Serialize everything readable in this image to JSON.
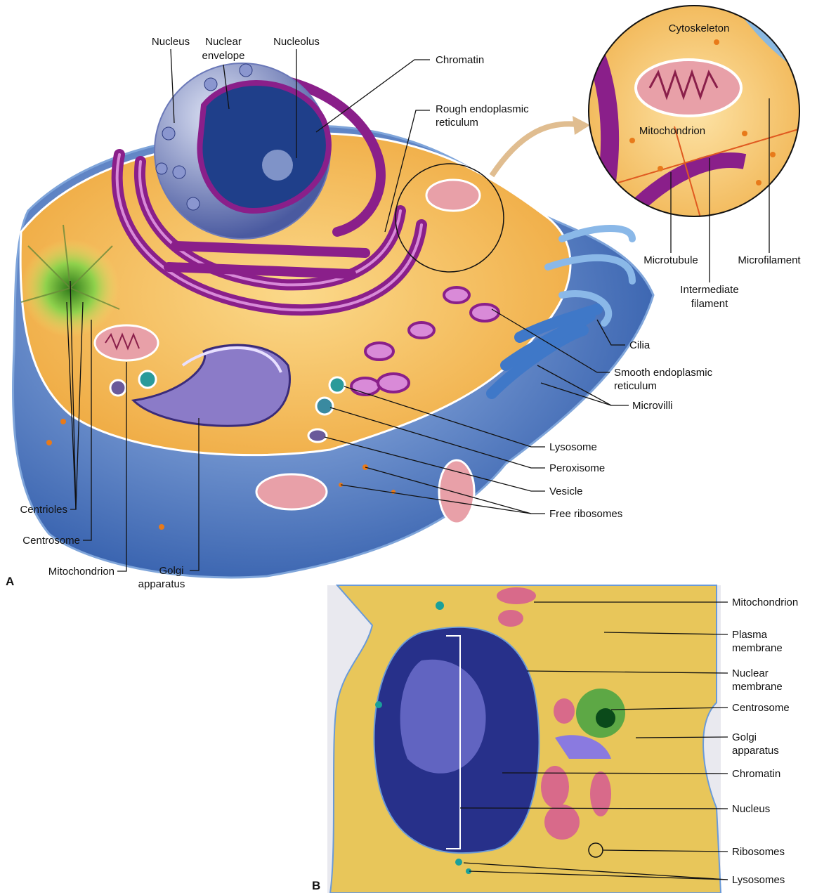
{
  "panel_a": {
    "letter": "A",
    "labels": {
      "nucleus": "Nucleus",
      "nuclear_envelope_1": "Nuclear",
      "nuclear_envelope_2": "envelope",
      "nucleolus": "Nucleolus",
      "chromatin": "Chromatin",
      "rough_er_1": "Rough endoplasmic",
      "rough_er_2": "reticulum",
      "cytoskeleton": "Cytoskeleton",
      "inset_mitochondrion": "Mitochondrion",
      "microtubule": "Microtubule",
      "intermediate_filament_1": "Intermediate",
      "intermediate_filament_2": "filament",
      "microfilament": "Microfilament",
      "cilia": "Cilia",
      "smooth_er_1": "Smooth endoplasmic",
      "smooth_er_2": "reticulum",
      "microvilli": "Microvilli",
      "lysosome": "Lysosome",
      "peroxisome": "Peroxisome",
      "vesicle": "Vesicle",
      "free_ribosomes": "Free ribosomes",
      "centrioles": "Centrioles",
      "centrosome": "Centrosome",
      "mitochondrion": "Mitochondrion",
      "golgi_1": "Golgi",
      "golgi_2": "apparatus"
    }
  },
  "panel_b": {
    "letter": "B",
    "labels": {
      "mitochondrion": "Mitochondrion",
      "plasma_membrane_1": "Plasma",
      "plasma_membrane_2": "membrane",
      "nuclear_membrane_1": "Nuclear",
      "nuclear_membrane_2": "membrane",
      "centrosome": "Centrosome",
      "golgi_1": "Golgi",
      "golgi_2": "apparatus",
      "chromatin": "Chromatin",
      "nucleus": "Nucleus",
      "ribosomes": "Ribosomes",
      "lysosomes": "Lysosomes"
    }
  },
  "colors": {
    "cell_blue": "#3f6fc0",
    "cytoplasm": "#f2b650",
    "er_purple": "#8a1f8a",
    "nucleus": "#5a6fb0",
    "micrograph_bg": "#e8c65a",
    "micrograph_nucleus": "#27308a"
  }
}
